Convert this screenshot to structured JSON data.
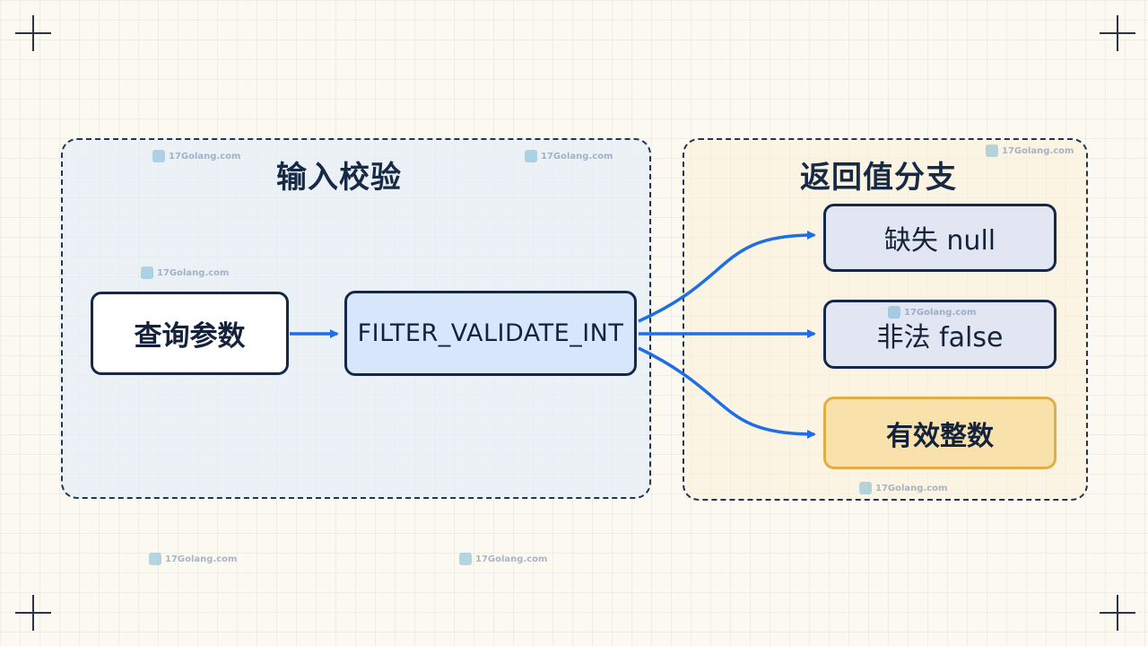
{
  "groups": {
    "input_validation": {
      "title": "输入校验"
    },
    "return_branch": {
      "title": "返回值分支"
    }
  },
  "nodes": {
    "query_params": "查询参数",
    "filter": "FILTER_VALIDATE_INT",
    "missing": "缺失 null",
    "invalid": "非法 false",
    "valid": "有效整数"
  },
  "watermark": "17Golang.com",
  "colors": {
    "arrow": "#1e6ee6",
    "node_border": "#14294a",
    "filter_fill": "#d7e6fb",
    "branch_fill": "#e1e6f2",
    "valid_fill": "#f9e1ab",
    "valid_border": "#e1ad45"
  }
}
